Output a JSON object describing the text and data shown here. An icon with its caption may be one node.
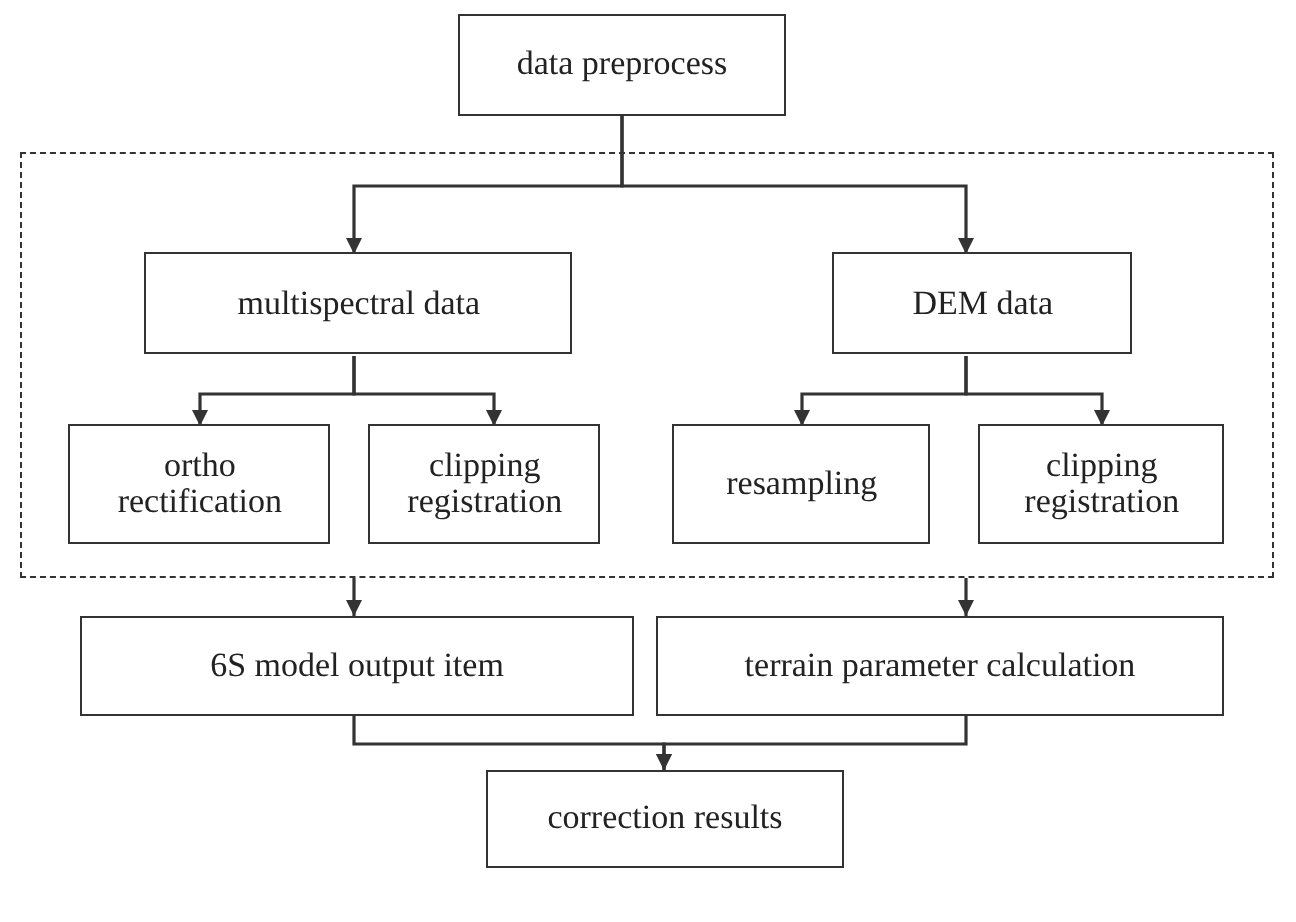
{
  "diagram": {
    "nodes": [
      {
        "text": [
          "data preprocess"
        ]
      },
      {
        "text": [],
        "shape": "box"
      },
      {
        "text": [
          "multispectral data"
        ],
        "in": 1
      },
      {
        "text": [
          "DEM data"
        ],
        "in": 1
      },
      {
        "text": [
          "ortho rectification"
        ],
        "in": 1
      },
      {
        "text": [
          "clipping registration"
        ],
        "in": 1
      },
      {
        "text": [
          "resampling"
        ],
        "in": 1
      },
      {
        "text": [
          "clipping registration"
        ],
        "in": 1
      },
      {
        "text": [
          "6S model output item"
        ]
      },
      {
        "text": [
          "terrain parameter calculation"
        ]
      },
      {
        "text": [
          "correction results"
        ]
      }
    ],
    "edges": [
      {
        "from": 0,
        "to": 2,
        "arrow": "to"
      },
      {
        "from": 0,
        "to": 3,
        "arrow": "to"
      },
      {
        "from": 2,
        "to": 4,
        "arrow": "to"
      },
      {
        "from": 2,
        "to": 5,
        "arrow": "to"
      },
      {
        "from": 3,
        "to": 6,
        "arrow": "to"
      },
      {
        "from": 3,
        "to": 7,
        "arrow": "to"
      },
      {
        "from": 1,
        "to": 8,
        "arrow": "to"
      },
      {
        "from": 1,
        "to": 9,
        "arrow": "to"
      },
      {
        "from": 8,
        "to": 10,
        "arrow": "to"
      },
      {
        "from": 9,
        "to": 10,
        "arrow": "to"
      }
    ]
  }
}
